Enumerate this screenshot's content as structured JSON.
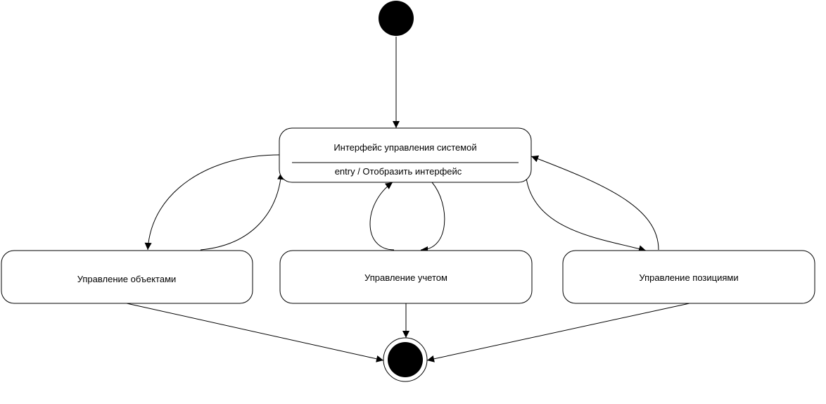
{
  "diagram": {
    "type": "uml-state-machine",
    "colors": {
      "line": "#000000",
      "fill": "#ffffff",
      "node": "#000000"
    },
    "states": {
      "main": {
        "name": "Интерфейс управления системой",
        "entry_action": "entry / Отобразить интерфейс"
      },
      "objects": {
        "name": "Управление объектами"
      },
      "accounting": {
        "name": "Управление учетом"
      },
      "positions": {
        "name": "Управление позициями"
      }
    },
    "transitions": [
      {
        "from": "initial",
        "to": "main"
      },
      {
        "from": "main",
        "to": "objects"
      },
      {
        "from": "objects",
        "to": "main"
      },
      {
        "from": "main",
        "to": "accounting"
      },
      {
        "from": "accounting",
        "to": "main"
      },
      {
        "from": "main",
        "to": "positions"
      },
      {
        "from": "positions",
        "to": "main"
      },
      {
        "from": "objects",
        "to": "final"
      },
      {
        "from": "accounting",
        "to": "final"
      },
      {
        "from": "positions",
        "to": "final"
      }
    ]
  }
}
